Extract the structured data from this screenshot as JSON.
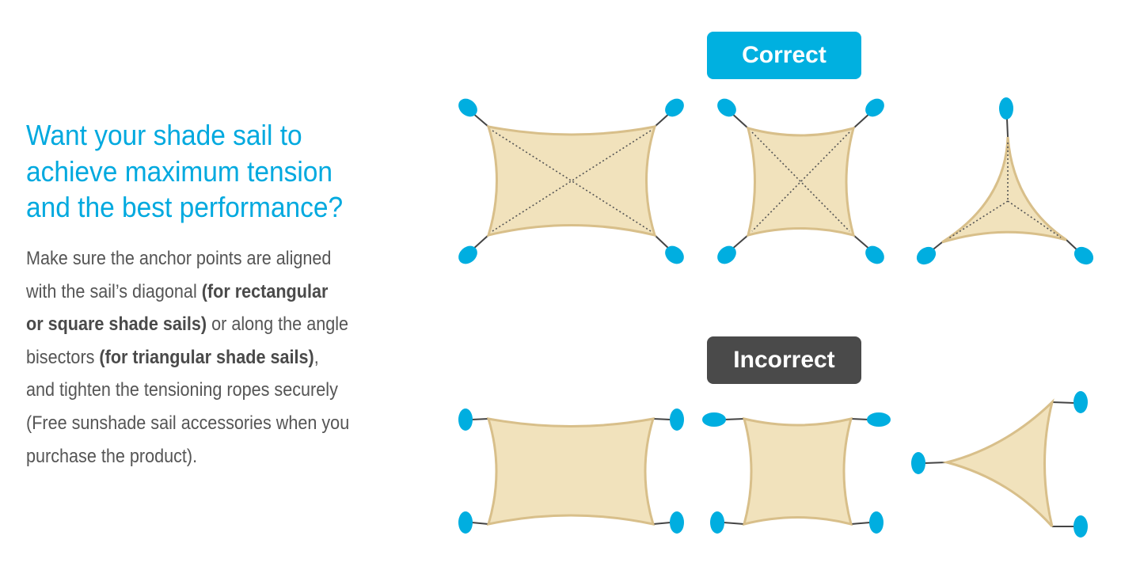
{
  "heading": {
    "lines": [
      "Want your shade sail to",
      "achieve maximum tension",
      "and the best performance?"
    ]
  },
  "body": {
    "lines": [
      [
        {
          "t": "Make sure the anchor points are aligned",
          "b": false
        }
      ],
      [
        {
          "t": "with the sail’s diagonal ",
          "b": false
        },
        {
          "t": "(for rectangular",
          "b": true
        }
      ],
      [
        {
          "t": "or square shade sails)",
          "b": true
        },
        {
          "t": " or along the angle",
          "b": false
        }
      ],
      [
        {
          "t": "bisectors ",
          "b": false
        },
        {
          "t": "(for triangular shade sails)",
          "b": true
        },
        {
          "t": ",",
          "b": false
        }
      ],
      [
        {
          "t": "and tighten the tensioning ropes securely",
          "b": false
        }
      ],
      [
        {
          "t": "(Free sunshade sail accessories when you",
          "b": false
        }
      ],
      [
        {
          "t": "purchase the product).",
          "b": false
        }
      ]
    ]
  },
  "badges": {
    "correct": "Correct",
    "incorrect": "Incorrect"
  },
  "colors": {
    "accent": "#00b0e0",
    "incorrect": "#4a4a4a",
    "sail_fill": "#f1e2bc",
    "sail_stroke": "#d8bf8a",
    "anchor": "#00aee0"
  }
}
